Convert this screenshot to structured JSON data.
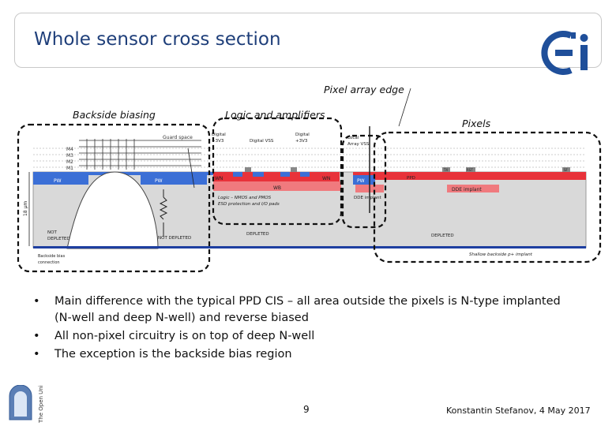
{
  "slide": {
    "title": "Whole sensor cross section",
    "labels": {
      "pixel_array_edge": "Pixel array edge",
      "backside_biasing": "Backside biasing",
      "logic_amplifiers": "Logic and amplifiers",
      "pixels": "Pixels"
    },
    "diagram_text": {
      "m4": "M4",
      "m3": "M3",
      "m2": "M2",
      "m1": "M1",
      "guard_space": "Guard space",
      "digital_3v3_a": "Digital",
      "digital_3v3_a2": "+3V3",
      "digital_vss": "Digital VSS",
      "digital_3v3_b": "Digital",
      "digital_3v3_b2": "+3V3",
      "local_array_vss": "Local",
      "local_array_vss2": "Array VSS",
      "pw_left": "PW",
      "pw_mid": "PW",
      "wn_left": "WN",
      "wn_right": "WN",
      "dnw": "WB",
      "pw_pix": "PW",
      "ppd": "PPD",
      "dde_implant": "DDE implant",
      "dde_implant2": "DDE implant",
      "logic_desc1": "Logic – NMOS and PMOS",
      "logic_desc2": "ESD protection and I/O pads",
      "um18": "18 µm",
      "not_depleted_left": "NOT",
      "not_depleted_left2": "DEPLETED",
      "not_depleted_mid": "NOT DEPLETED",
      "depleted_mid": "DEPLETED",
      "depleted_right": "DEPLETED",
      "backside_bias_conn": "Backside bias",
      "backside_bias_conn2": "connection",
      "shallow_implant": "Shallow backside p+ implant",
      "tx": "TX",
      "rst": "RST",
      "sf": "SF"
    },
    "bullets": [
      "Main difference with the typical PPD CIS – all area outside the pixels is N-type implanted (N-well and deep N-well) and reverse biased",
      "All non-pixel circuitry is on top of deep N-well",
      "The exception is the backside bias region"
    ],
    "bullet_lines": [
      [
        "Main difference with the typical PPD CIS – all area outside the pixels is N-type implanted",
        "(N-well and deep N-well) and reverse biased"
      ],
      [
        "All non-pixel circuitry is on top of deep N-well"
      ],
      [
        "The exception is the backside bias region"
      ]
    ],
    "bullet_symbol": "•",
    "page_number": "9",
    "author_date": "Konstantin Stefanov, 4 May 2017",
    "logos": {
      "ei_logo": "ei",
      "open_university": "The Open University"
    },
    "colors": {
      "title": "#1f3f7a",
      "n_region": "#e8323a",
      "p_region": "#3b6fd6",
      "substrate": "#d9d9d9",
      "backside_implant": "#1e3fa0"
    }
  }
}
